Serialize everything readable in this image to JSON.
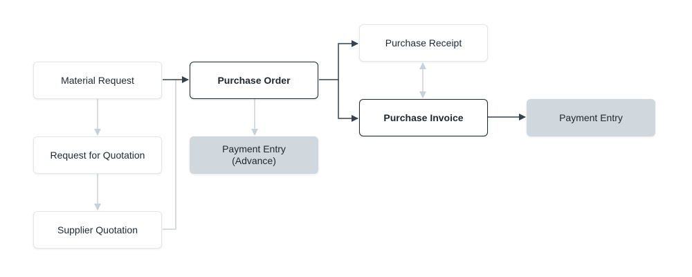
{
  "nodes": {
    "material_request": "Material Request",
    "request_for_quotation": "Request for Quotation",
    "supplier_quotation": "Supplier Quotation",
    "purchase_order": "Purchase Order",
    "payment_entry_advance": "Payment Entry\n(Advance)",
    "purchase_receipt": "Purchase Receipt",
    "purchase_invoice": "Purchase Invoice",
    "payment_entry": "Payment Entry"
  },
  "colors": {
    "dark_edge": "#36414c",
    "light_edge": "#c8d1d8",
    "active_border": "#1f272e",
    "muted_fill": "#d1d8dd"
  }
}
